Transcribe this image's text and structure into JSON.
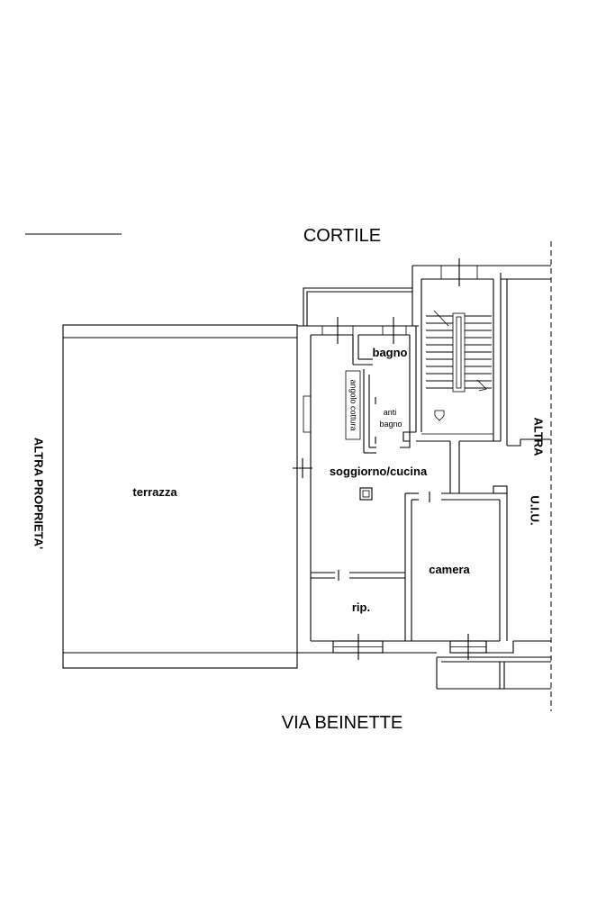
{
  "colors": {
    "background": "#ffffff",
    "ink": "#000000"
  },
  "streets": {
    "top": "CORTILE",
    "bottom": "VIA BEINETTE"
  },
  "neighbors": {
    "left": "ALTRA PROPRIETA'",
    "right_upper": "ALTRA",
    "right_lower": "U.I.U."
  },
  "rooms": {
    "terrace": "terrazza",
    "bathroom": "bagno",
    "kitchenette": "angolo cottura",
    "ante_bath_line1": "anti",
    "ante_bath_line2": "bagno",
    "living_kitchen": "soggiorno/cucina",
    "bedroom": "camera",
    "storage": "rip."
  },
  "icons": {
    "window": "window-symbol-icon",
    "stairs": "staircase-icon",
    "stair_direction": "stair-direction-arrow-icon",
    "column": "column-pillar-icon",
    "entrance": "entrance-marker-icon"
  }
}
